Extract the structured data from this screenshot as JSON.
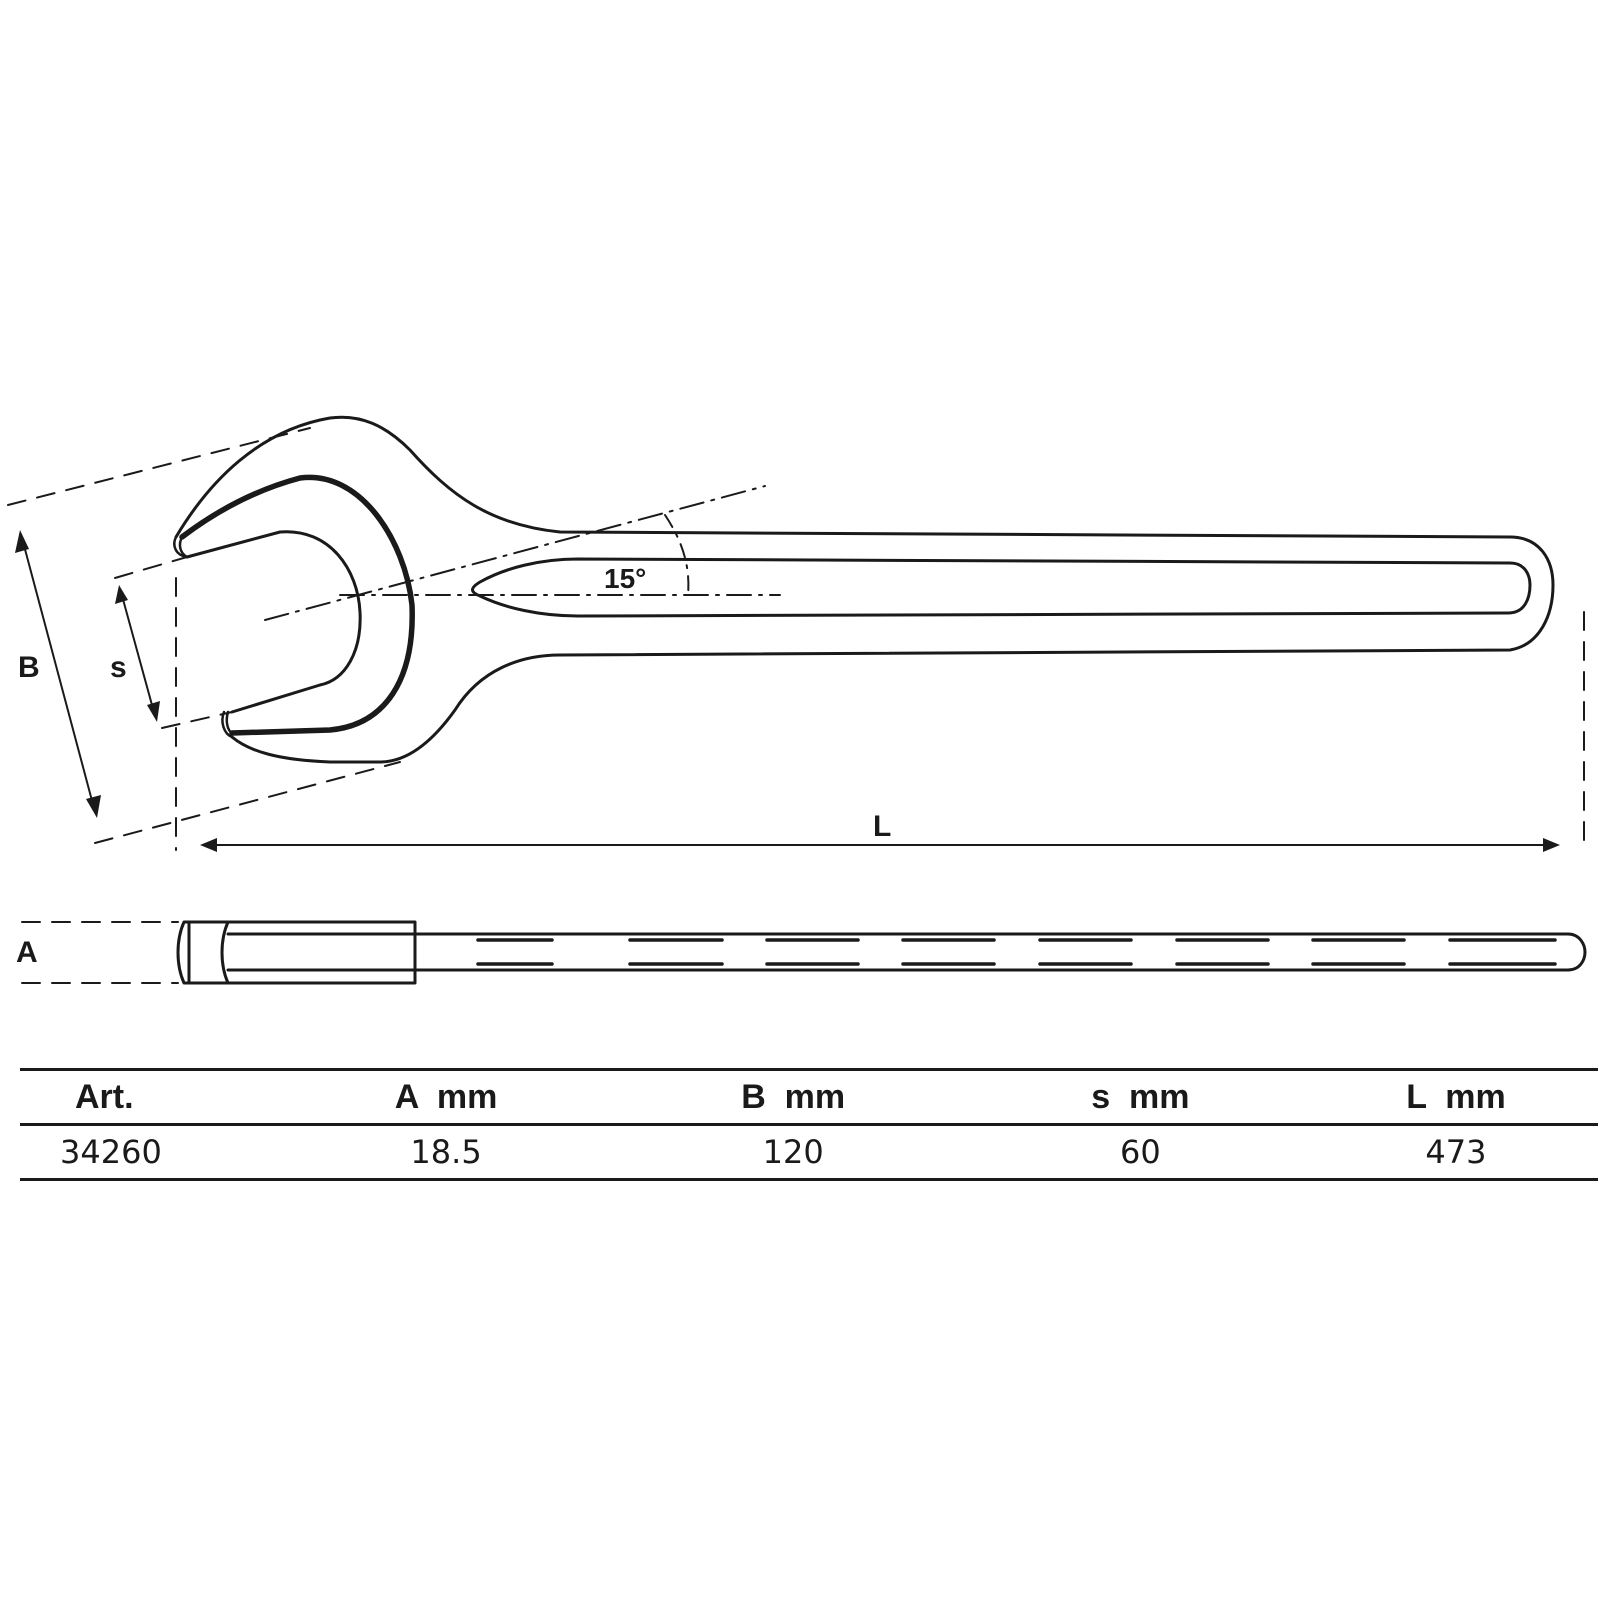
{
  "drawing": {
    "title": "Open-end spanner dimension drawing",
    "labels": {
      "B": "B",
      "s": "s",
      "L": "L",
      "A": "A",
      "angle": "15°"
    },
    "colors": {
      "line": "#1a1a1a",
      "background": "#ffffff"
    }
  },
  "table": {
    "headers": [
      "Art.",
      "A  mm",
      "B  mm",
      "s  mm",
      "L  mm"
    ],
    "rows": [
      [
        "34260",
        "18.5",
        "120",
        "60",
        "473"
      ]
    ]
  }
}
